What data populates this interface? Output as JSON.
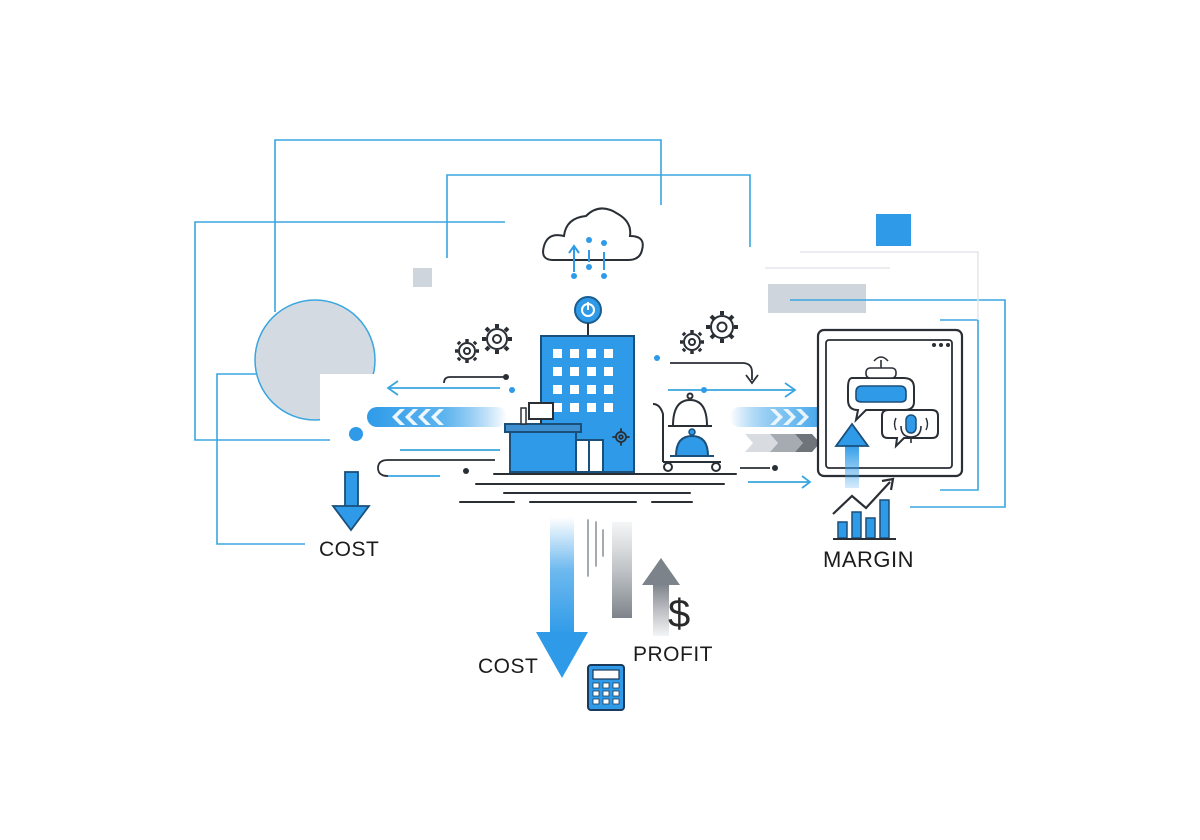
{
  "labels": {
    "cost_left": "COST",
    "cost_center": "COST",
    "profit": "PROFIT",
    "margin": "MARGIN",
    "dollar_symbol": "$"
  },
  "colors": {
    "accent_blue": "#2f9be8",
    "light_blue": "#8fcaf2",
    "line_blue": "#3aa6e0",
    "dark_outline": "#2a2f36",
    "gray_block": "#cdd3da",
    "gray_arrow": "#8a8f96"
  },
  "icons": [
    "cloud-icon",
    "power-icon",
    "hotel-building-icon",
    "reception-desk-icon",
    "gear-icon",
    "room-service-cart-icon",
    "cloche-icon",
    "chat-bubble-icon",
    "microphone-icon",
    "growth-chart-icon",
    "calculator-icon"
  ]
}
